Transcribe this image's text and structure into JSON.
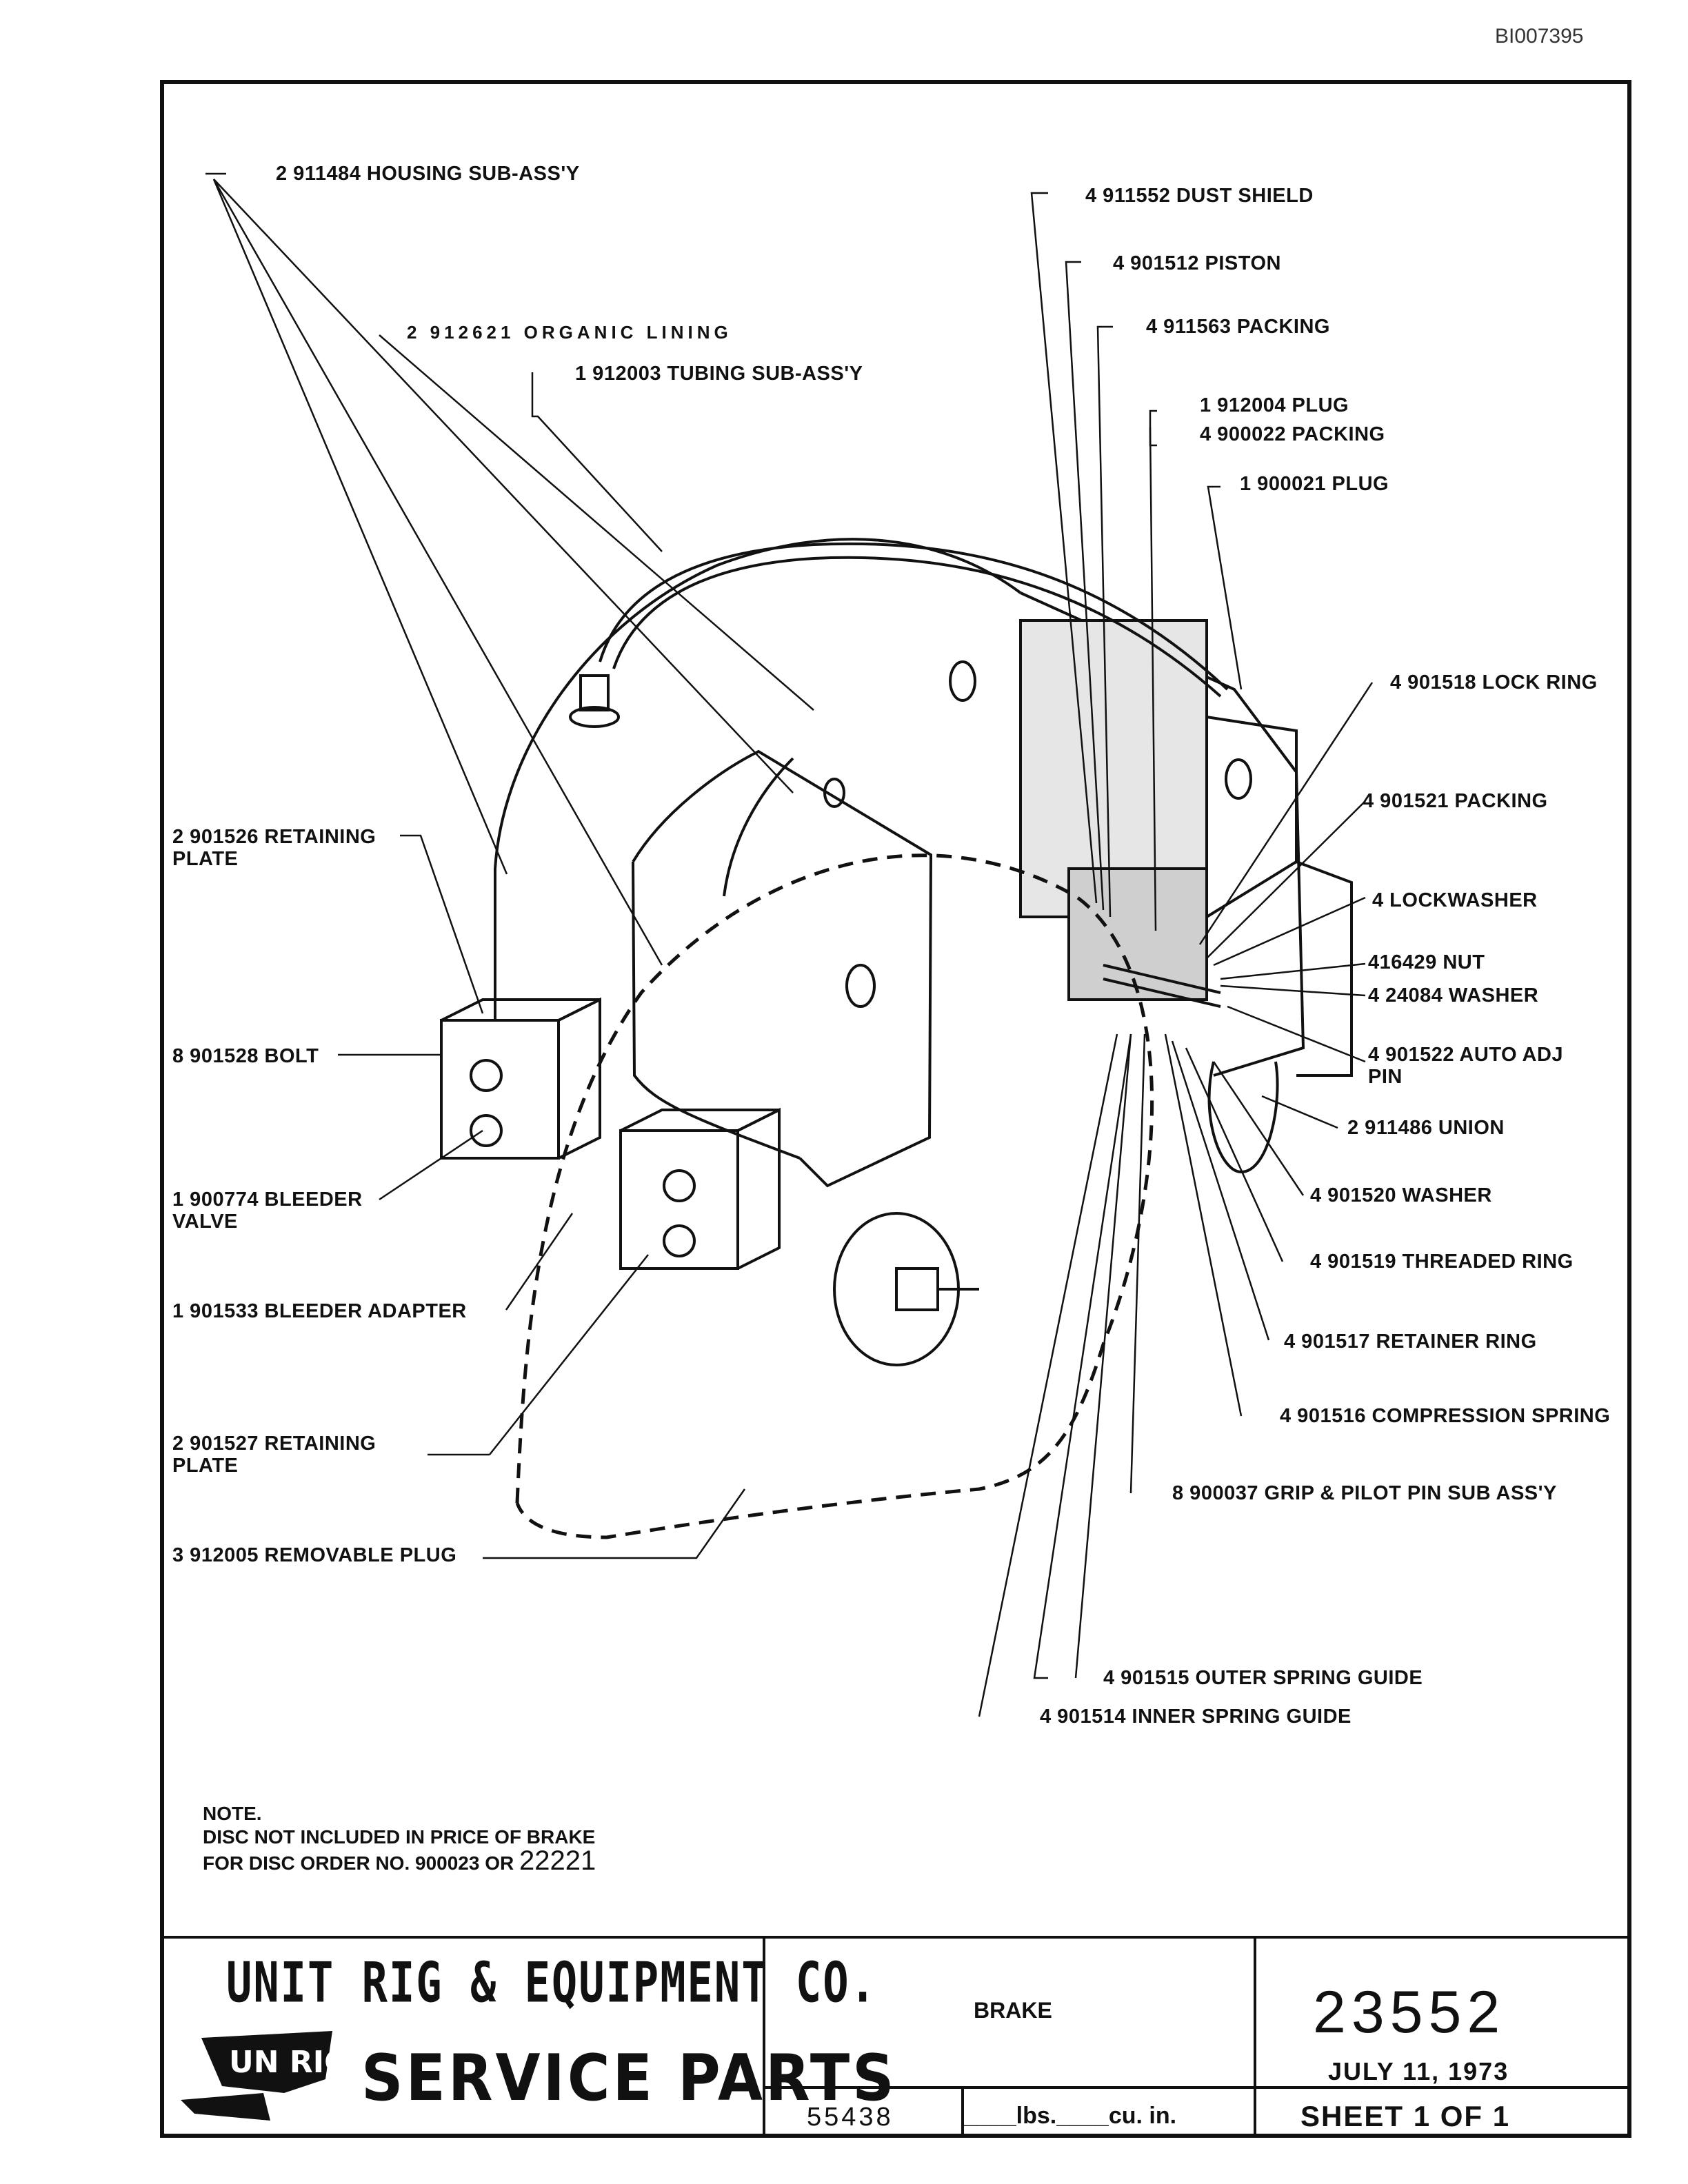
{
  "doc_id": "BI007395",
  "labels": {
    "housing": "2 911484 HOUSING SUB-ASS'Y",
    "dust_shield": "4 911552 DUST SHIELD",
    "piston": "4 901512 PISTON",
    "packing1": "4 911563 PACKING",
    "lining": "2 912621 ORGANIC LINING",
    "tubing": "1 912003 TUBING SUB-ASS'Y",
    "plug1": "1 912004 PLUG",
    "packing2": "4 900022 PACKING",
    "plug2": "1 900021 PLUG",
    "lock_ring": "4 901518 LOCK RING",
    "packing3": "4 901521 PACKING",
    "retaining_plate1": "2 901526 RETAINING PLATE",
    "lockwasher": "4 LOCKWASHER",
    "nut": "416429 NUT",
    "washer1": "4 24084 WASHER",
    "bolt": "8 901528 BOLT",
    "auto_adj_pin": "4 901522 AUTO ADJ PIN",
    "union": "2 911486 UNION",
    "bleeder_valve": "1 900774 BLEEDER VALVE",
    "washer2": "4 901520 WASHER",
    "threaded_ring": "4 901519 THREADED RING",
    "bleeder_adapter": "1 901533 BLEEDER ADAPTER",
    "retainer_ring": "4 901517 RETAINER RING",
    "compression_spring": "4 901516 COMPRESSION SPRING",
    "retaining_plate2": "2 901527 RETAINING PLATE",
    "grip_pin": "8 900037 GRIP & PILOT PIN SUB ASS'Y",
    "removable_plug": "3 912005 REMOVABLE PLUG",
    "outer_spring_guide": "4 901515 OUTER SPRING GUIDE",
    "inner_spring_guide": "4 901514 INNER SPRING GUIDE"
  },
  "note": {
    "heading": "NOTE.",
    "line1": "DISC NOT INCLUDED IN PRICE OF BRAKE",
    "line2": "FOR DISC ORDER NO. 900023 OR",
    "handwritten": "22221"
  },
  "title_block": {
    "company": "UNIT RIG & EQUIPMENT CO.",
    "service": "SERVICE PARTS",
    "logo_text": "UN RIG",
    "part_name": "BRAKE",
    "part_number": "23552",
    "date": "JULY 11, 1973",
    "weight_value": "55438",
    "weight_units": "____lbs.____cu. in.",
    "sheet": "SHEET  1   OF  1"
  }
}
